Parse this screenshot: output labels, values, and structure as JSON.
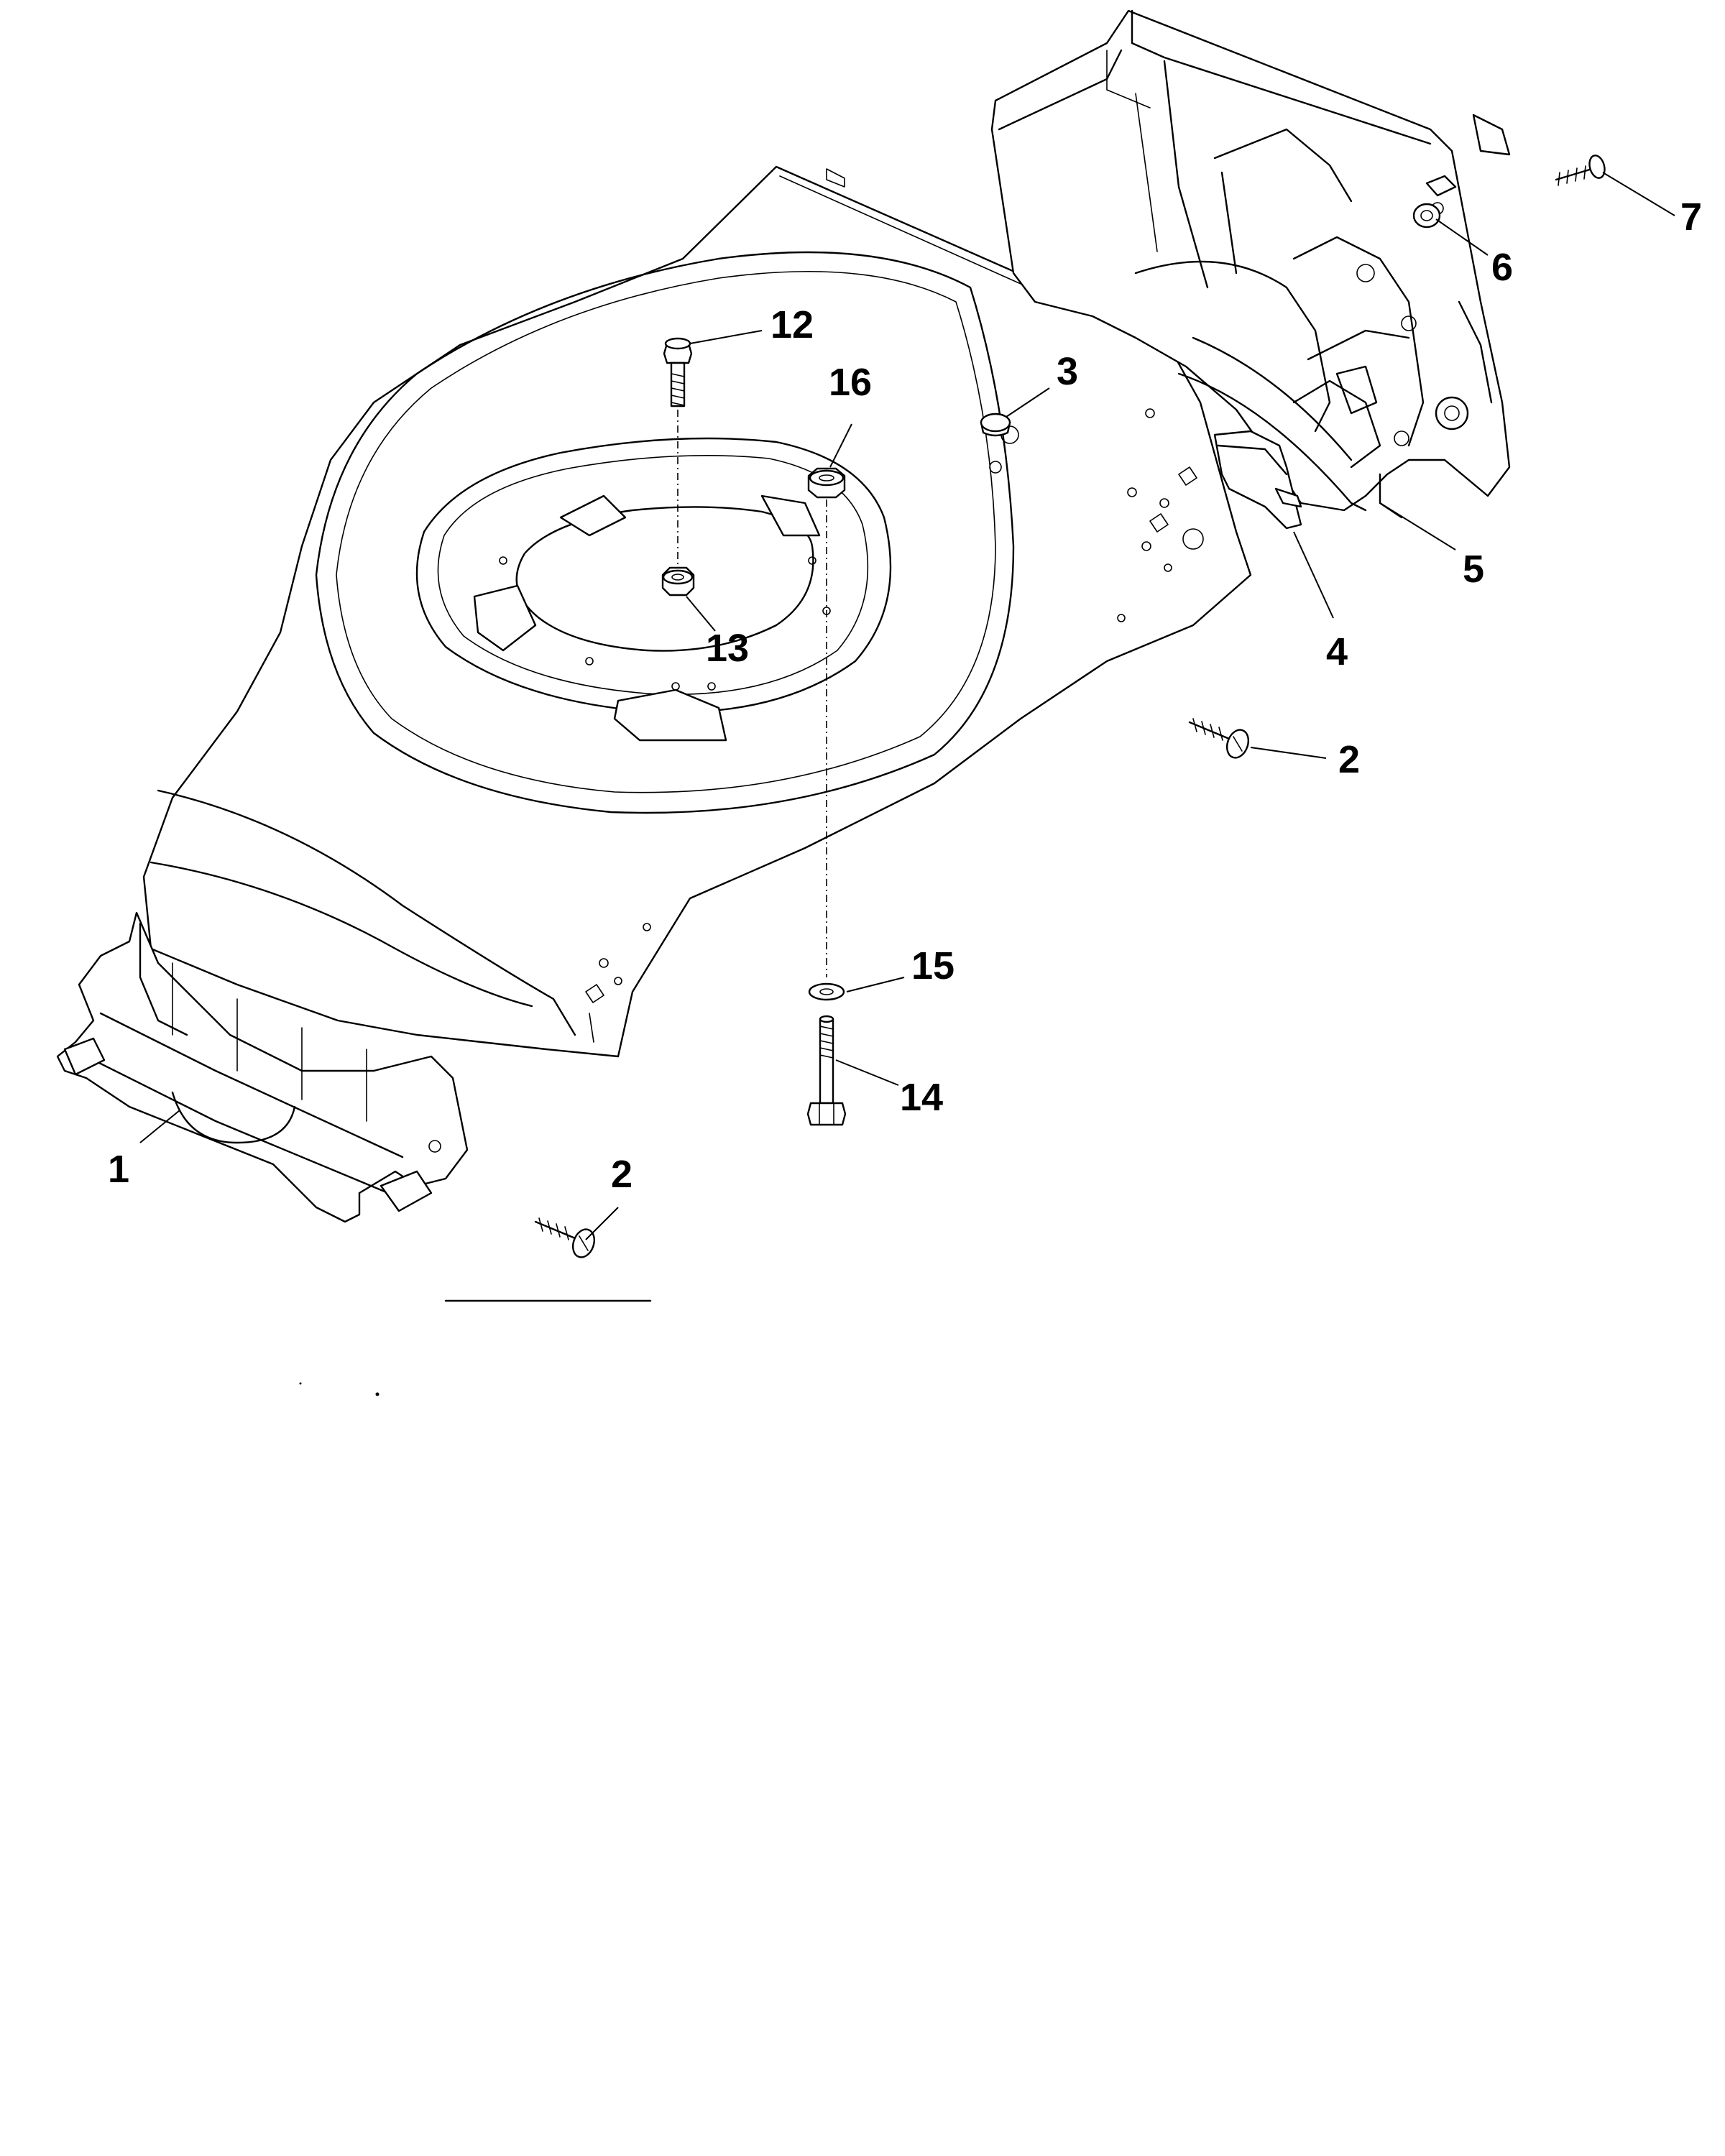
{
  "part_labels": {
    "p1": "1",
    "p2a": "2",
    "p2b": "2",
    "p3": "3",
    "p4": "4",
    "p5": "5",
    "p6": "6",
    "p7": "7",
    "p12": "12",
    "p13": "13",
    "p14": "14",
    "p15": "15",
    "p16": "16"
  }
}
